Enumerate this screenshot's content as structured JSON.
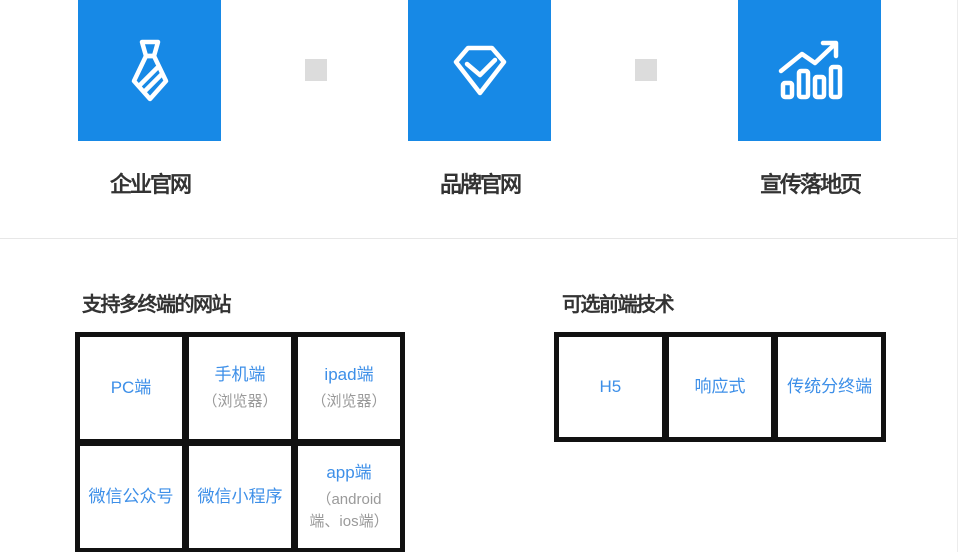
{
  "theme": {
    "accent_blue": "#1789e6",
    "cell_text_blue": "#3d8fe8",
    "muted_gray": "#9a9a9a",
    "dark_text": "#333333",
    "connector_gray": "#dcdcdc",
    "table_border_black": "#111111"
  },
  "showcase": {
    "items": [
      {
        "label": "企业官网",
        "icon": "tie-icon"
      },
      {
        "label": "品牌官网",
        "icon": "diamond-icon"
      },
      {
        "label": "宣传落地页",
        "icon": "chart-icon"
      }
    ]
  },
  "terminals": {
    "heading": "支持多终端的网站",
    "cells": [
      {
        "title": "PC端",
        "subtitle": ""
      },
      {
        "title": "手机端",
        "subtitle": "（浏览器）"
      },
      {
        "title": "ipad端",
        "subtitle": "（浏览器）"
      },
      {
        "title": "微信公众号",
        "subtitle": ""
      },
      {
        "title": "微信小程序",
        "subtitle": ""
      },
      {
        "title": "app端",
        "subtitle": "（android端、ios端）"
      }
    ]
  },
  "technologies": {
    "heading": "可选前端技术",
    "cells": [
      {
        "title": "H5"
      },
      {
        "title": "响应式"
      },
      {
        "title": "传统分终端"
      }
    ]
  }
}
